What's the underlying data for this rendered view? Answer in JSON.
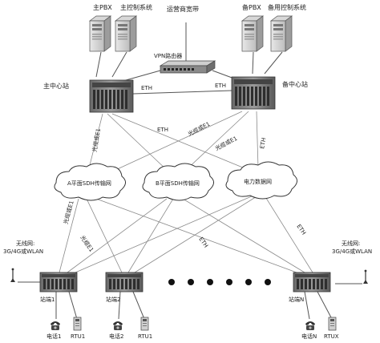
{
  "servers": {
    "main_pbx": "主PBX",
    "main_control": "主控制系统",
    "backup_pbx": "备PBX",
    "backup_control": "备用控制系统"
  },
  "operator_bandwidth": "运营商宽带",
  "vpn_router": "VPN路由器",
  "main_center_station": "主中心站",
  "backup_center_station": "备中心站",
  "eth": "ETH",
  "fiber_or_e1": "光缆或E1",
  "fiber_e1": "光缆E1",
  "networks": {
    "a_plane": "A平面SDH传输网",
    "b_plane": "B平面SDH传输网",
    "power_data": "电力数据网"
  },
  "wireless_left": {
    "line1": "无线网:",
    "line2": "3G/4G或WLAN"
  },
  "wireless_right": {
    "line1": "无线网:",
    "line2": "3G/4G或WLAN"
  },
  "stations": {
    "s1": "站端1",
    "s2": "站端2",
    "sN": "站端N"
  },
  "devices": {
    "phone1": "电话1",
    "rtu1": "RTU1",
    "phone2": "电话2",
    "rtu1b": "RTU1",
    "phoneN": "电话N",
    "rtux": "RTUX"
  }
}
